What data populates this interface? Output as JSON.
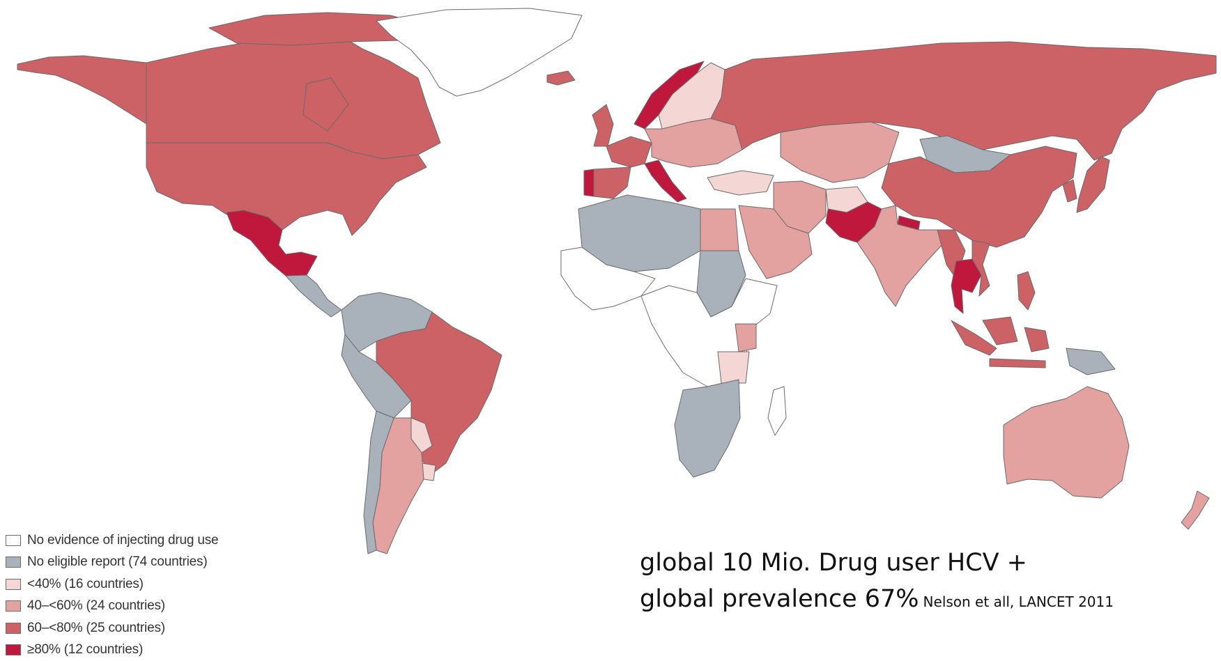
{
  "legend": {
    "items": [
      {
        "label": "No evidence of injecting drug use",
        "color": "#ffffff",
        "key": "none"
      },
      {
        "label": "No eligible report (74 countries)",
        "color": "#a9b2bb",
        "key": "noreport"
      },
      {
        "label": "<40% (16 countries)",
        "color": "#f4d6d4",
        "key": "lt40"
      },
      {
        "label": "40–<60% (24 countries)",
        "color": "#e3a19f",
        "key": "p40"
      },
      {
        "label": "60–<80% (25 countries)",
        "color": "#cc6166",
        "key": "p60"
      },
      {
        "label": "≥80% (12 countries)",
        "color": "#c0173d",
        "key": "p80"
      }
    ]
  },
  "caption": {
    "line1": "global 10 Mio. Drug user HCV +",
    "line2": "global prevalence 67%",
    "citation": "Nelson et all, LANCET 2011"
  },
  "map": {
    "regions": [
      {
        "name": "Canada",
        "cat": "p60"
      },
      {
        "name": "Alaska",
        "cat": "p60"
      },
      {
        "name": "Greenland",
        "cat": "none"
      },
      {
        "name": "United States",
        "cat": "p60"
      },
      {
        "name": "Mexico",
        "cat": "p80"
      },
      {
        "name": "Central America",
        "cat": "noreport"
      },
      {
        "name": "Colombia / Venezuela",
        "cat": "noreport"
      },
      {
        "name": "Brazil",
        "cat": "p60"
      },
      {
        "name": "Peru / Bolivia",
        "cat": "noreport"
      },
      {
        "name": "Chile",
        "cat": "noreport"
      },
      {
        "name": "Argentina",
        "cat": "p40"
      },
      {
        "name": "Paraguay",
        "cat": "lt40"
      },
      {
        "name": "Uruguay",
        "cat": "lt40"
      },
      {
        "name": "Iceland",
        "cat": "p60"
      },
      {
        "name": "United Kingdom",
        "cat": "p60"
      },
      {
        "name": "Norway",
        "cat": "p80"
      },
      {
        "name": "Sweden / Finland",
        "cat": "lt40"
      },
      {
        "name": "Portugal",
        "cat": "p80"
      },
      {
        "name": "Spain",
        "cat": "p60"
      },
      {
        "name": "France",
        "cat": "p60"
      },
      {
        "name": "Italy",
        "cat": "p80"
      },
      {
        "name": "Central Europe",
        "cat": "p40"
      },
      {
        "name": "Turkey",
        "cat": "lt40"
      },
      {
        "name": "Russia",
        "cat": "p60"
      },
      {
        "name": "Kazakhstan",
        "cat": "p40"
      },
      {
        "name": "Mongolia",
        "cat": "noreport"
      },
      {
        "name": "China",
        "cat": "p60"
      },
      {
        "name": "Korea / Japan",
        "cat": "p60"
      },
      {
        "name": "Iran",
        "cat": "p40"
      },
      {
        "name": "Afghanistan",
        "cat": "lt40"
      },
      {
        "name": "Pakistan",
        "cat": "p80"
      },
      {
        "name": "Nepal",
        "cat": "p80"
      },
      {
        "name": "India",
        "cat": "p40"
      },
      {
        "name": "Myanmar",
        "cat": "p60"
      },
      {
        "name": "Thailand",
        "cat": "p80"
      },
      {
        "name": "Vietnam",
        "cat": "p60"
      },
      {
        "name": "Philippines",
        "cat": "p60"
      },
      {
        "name": "Indonesia",
        "cat": "p60"
      },
      {
        "name": "Papua New Guinea",
        "cat": "noreport"
      },
      {
        "name": "Saudi Arabia",
        "cat": "p40"
      },
      {
        "name": "Egypt",
        "cat": "p40"
      },
      {
        "name": "North Africa",
        "cat": "noreport"
      },
      {
        "name": "West Africa",
        "cat": "none"
      },
      {
        "name": "Sudan",
        "cat": "noreport"
      },
      {
        "name": "Central Africa",
        "cat": "none"
      },
      {
        "name": "Kenya",
        "cat": "p40"
      },
      {
        "name": "Tanzania",
        "cat": "lt40"
      },
      {
        "name": "Southern Africa",
        "cat": "noreport"
      },
      {
        "name": "Madagascar",
        "cat": "none"
      },
      {
        "name": "Australia",
        "cat": "p40"
      },
      {
        "name": "New Zealand",
        "cat": "p40"
      }
    ]
  }
}
